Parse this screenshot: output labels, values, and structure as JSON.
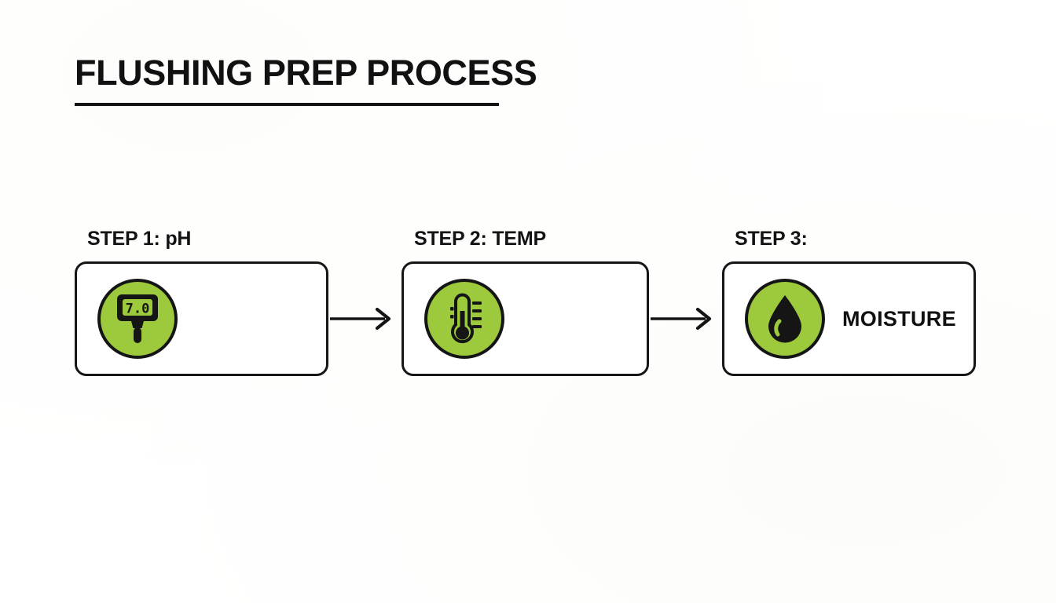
{
  "page": {
    "title": "FLUSHING PREP PROCESS",
    "background_color": "#ffffff",
    "accent_color": "#9dc93c",
    "ink_color": "#141414"
  },
  "steps": [
    {
      "label": "STEP 1: pH",
      "icon": "ph-meter-icon",
      "icon_value": "7.0",
      "card_text": ""
    },
    {
      "label": "STEP 2: TEMP",
      "icon": "thermometer-icon",
      "icon_value": "",
      "card_text": ""
    },
    {
      "label": "STEP 3:",
      "icon": "water-droplet-icon",
      "icon_value": "",
      "card_text": "MOISTURE"
    }
  ],
  "connectors": [
    {
      "name": "arrow-step1-to-step2"
    },
    {
      "name": "arrow-step2-to-step3"
    }
  ]
}
